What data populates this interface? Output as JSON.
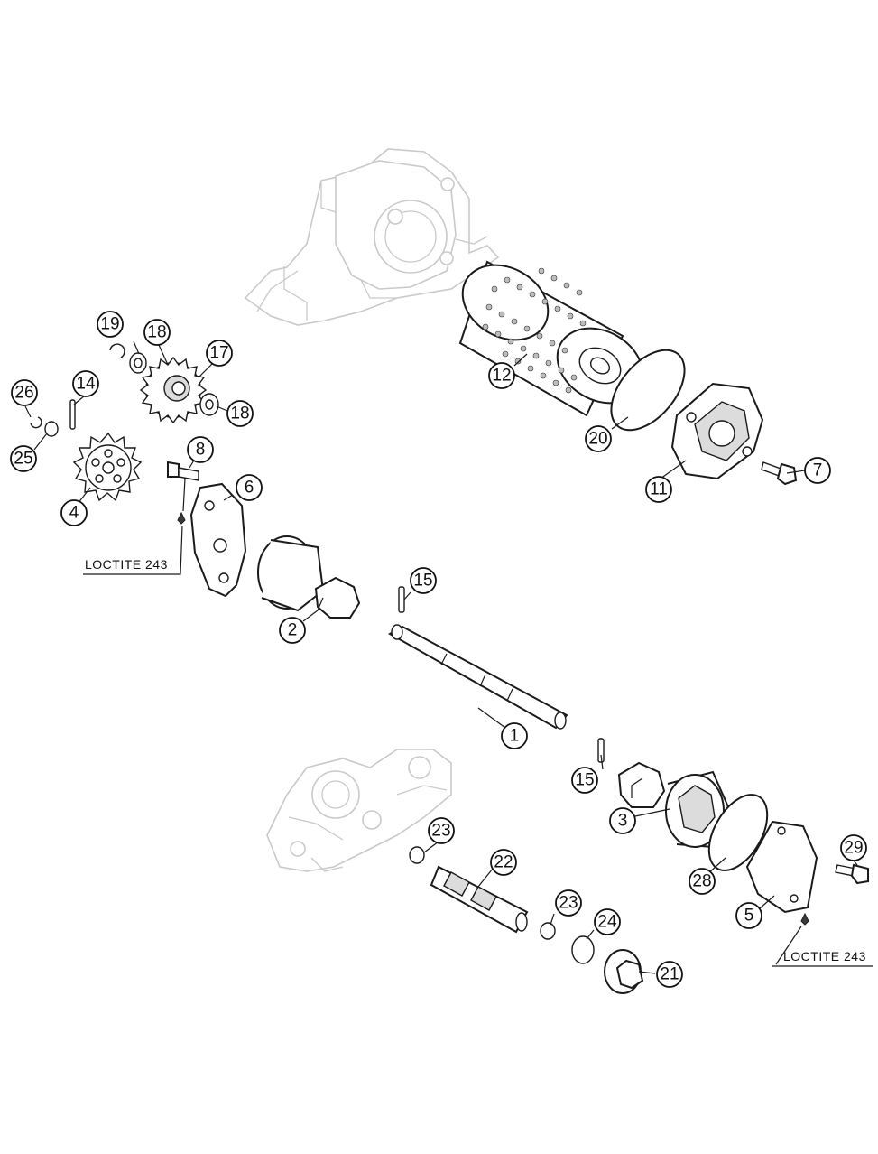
{
  "callouts": [
    {
      "key": "c1",
      "label": "1"
    },
    {
      "key": "c2",
      "label": "2"
    },
    {
      "key": "c3",
      "label": "3"
    },
    {
      "key": "c4",
      "label": "4"
    },
    {
      "key": "c5",
      "label": "5"
    },
    {
      "key": "c6",
      "label": "6"
    },
    {
      "key": "c7",
      "label": "7"
    },
    {
      "key": "c8",
      "label": "8"
    },
    {
      "key": "c11",
      "label": "11"
    },
    {
      "key": "c12",
      "label": "12"
    },
    {
      "key": "c14",
      "label": "14"
    },
    {
      "key": "c15a",
      "label": "15"
    },
    {
      "key": "c15b",
      "label": "15"
    },
    {
      "key": "c17",
      "label": "17"
    },
    {
      "key": "c18a",
      "label": "18"
    },
    {
      "key": "c18b",
      "label": "18"
    },
    {
      "key": "c19",
      "label": "19"
    },
    {
      "key": "c20",
      "label": "20"
    },
    {
      "key": "c21",
      "label": "21"
    },
    {
      "key": "c22",
      "label": "22"
    },
    {
      "key": "c23a",
      "label": "23"
    },
    {
      "key": "c23b",
      "label": "23"
    },
    {
      "key": "c24",
      "label": "24"
    },
    {
      "key": "c25",
      "label": "25"
    },
    {
      "key": "c26",
      "label": "26"
    },
    {
      "key": "c28",
      "label": "28"
    },
    {
      "key": "c29",
      "label": "29"
    }
  ],
  "notes": {
    "loctite_top": "LOCTITE 243",
    "loctite_bottom": "LOCTITE 243"
  }
}
